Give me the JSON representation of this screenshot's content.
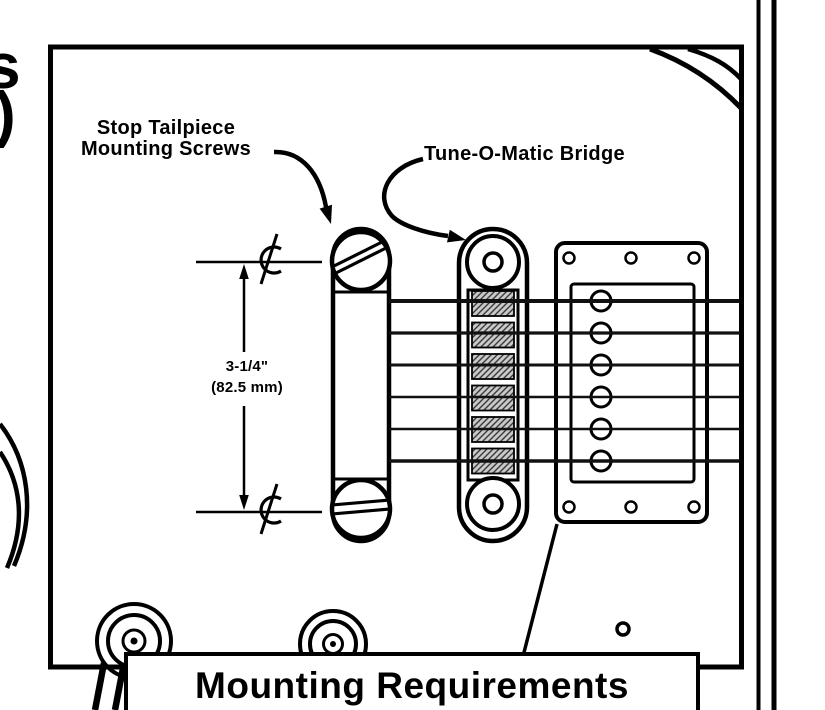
{
  "colors": {
    "ink": "#000000",
    "paper": "#ffffff"
  },
  "margin": {
    "top_fragment": "s",
    "mid_fragment": ")"
  },
  "figure": {
    "tailpiece_label_line1": "Stop Tailpiece",
    "tailpiece_label_line2": "Mounting Screws",
    "bridge_label": "Tune-O-Matic Bridge",
    "dimension_imperial": "3-1/4\"",
    "dimension_metric": "(82.5 mm)",
    "caption": "Mounting Requirements"
  }
}
